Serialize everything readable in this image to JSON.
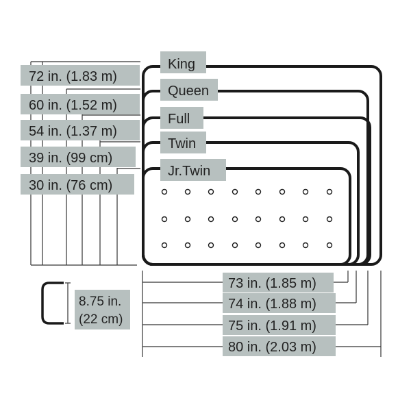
{
  "bed_sizes": [
    "King",
    "Queen",
    "Full",
    "Twin",
    "Jr.Twin"
  ],
  "widths": [
    "72 in. (1.83 m)",
    "60 in. (1.52 m)",
    "54 in. (1.37 m)",
    "39 in. (99 cm)",
    "30 in. (76 cm)"
  ],
  "lengths": [
    "73 in. (1.85 m)",
    "74 in. (1.88 m)",
    "75 in. (1.91 m)",
    "80 in. (2.03 m)"
  ],
  "height": {
    "line1": "8.75 in.",
    "line2": "(22 cm)"
  },
  "colors": {
    "label_background": "#b7c0bf",
    "outline": "#1a1a1a",
    "text": "#222222"
  }
}
